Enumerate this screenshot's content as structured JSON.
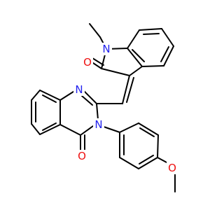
{
  "molecule": {
    "atoms": [
      {
        "label": "N",
        "color": "#2222ee",
        "name": "indole-n-atom"
      },
      {
        "label": "O",
        "color": "#ee1111",
        "name": "lactam-o-atom-upper"
      },
      {
        "label": "N",
        "color": "#2222ee",
        "name": "quinazoline-n1-atom"
      },
      {
        "label": "N",
        "color": "#2222ee",
        "name": "quinazoline-n3-atom"
      },
      {
        "label": "O",
        "color": "#ee1111",
        "name": "quinazolinone-o-atom"
      },
      {
        "label": "O",
        "color": "#ee1111",
        "name": "methoxy-o-atom"
      }
    ]
  }
}
